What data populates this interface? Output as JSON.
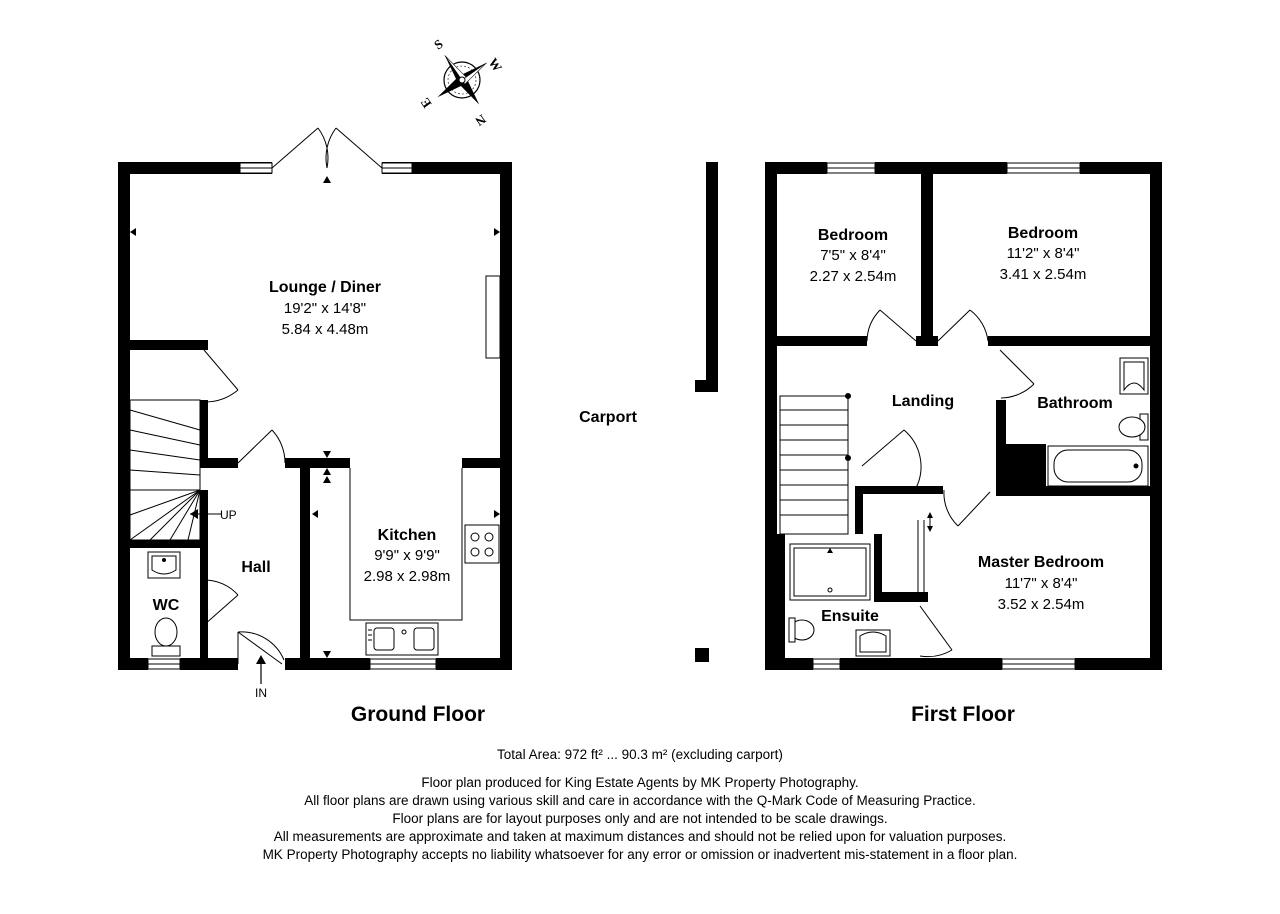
{
  "rooms": {
    "lounge": {
      "name": "Lounge / Diner",
      "imperial": "19'2\" x 14'8\"",
      "metric": "5.84 x 4.48m"
    },
    "kitchen": {
      "name": "Kitchen",
      "imperial": "9'9\" x 9'9\"",
      "metric": "2.98 x 2.98m"
    },
    "hall": {
      "name": "Hall"
    },
    "wc": {
      "name": "WC"
    },
    "carport": {
      "name": "Carport"
    },
    "bedroom_small": {
      "name": "Bedroom",
      "imperial": "7'5\" x 8'4\"",
      "metric": "2.27 x 2.54m"
    },
    "bedroom_large": {
      "name": "Bedroom",
      "imperial": "11'2\" x 8'4\"",
      "metric": "3.41 x 2.54m"
    },
    "landing": {
      "name": "Landing"
    },
    "bathroom": {
      "name": "Bathroom"
    },
    "master": {
      "name": "Master Bedroom",
      "imperial": "11'7\" x 8'4\"",
      "metric": "3.52 x 2.54m"
    },
    "ensuite": {
      "name": "Ensuite"
    }
  },
  "labels": {
    "up": "UP",
    "in": "IN",
    "ground_floor": "Ground Floor",
    "first_floor": "First Floor"
  },
  "compass": {
    "n": "N",
    "e": "E",
    "s": "S",
    "w": "W"
  },
  "footer": {
    "total_area": "Total Area: 972 ft² ... 90.3 m² (excluding carport)",
    "disclaimer": [
      "Floor plan produced for King Estate Agents by MK Property Photography.",
      "All floor plans are drawn using various skill and care in accordance with the Q-Mark Code of Measuring Practice.",
      "Floor plans are for layout purposes only and are not intended to be scale drawings.",
      "All measurements are approximate and taken at maximum distances and should not be relied upon for valuation purposes.",
      "MK Property Photography accepts no liability whatsoever for any error or omission or inadvertent mis-statement in a floor plan."
    ]
  }
}
